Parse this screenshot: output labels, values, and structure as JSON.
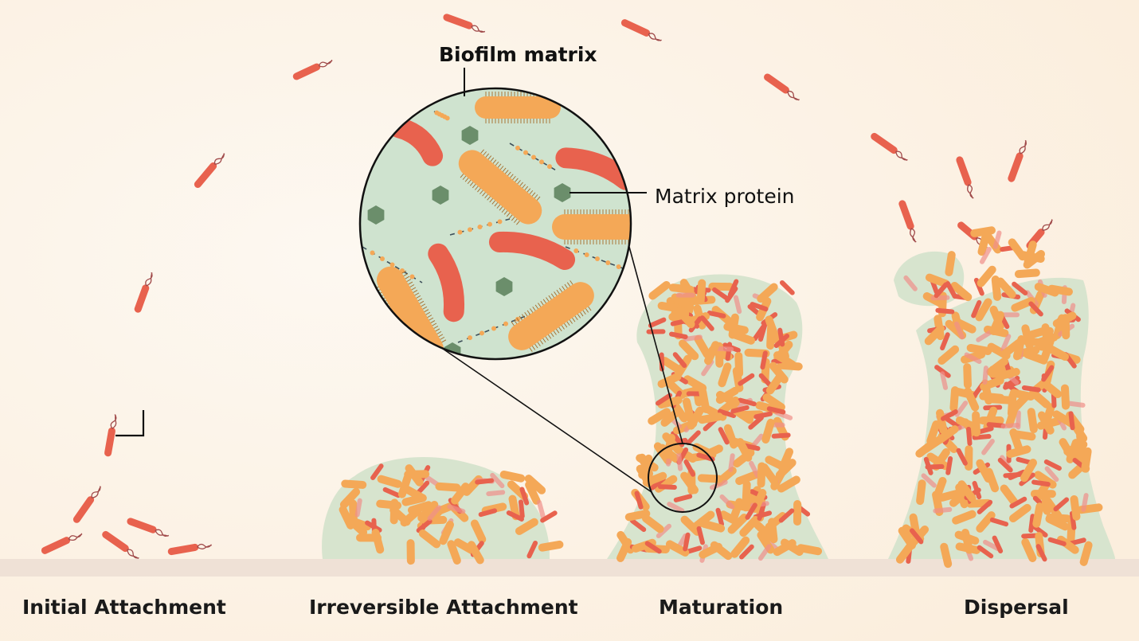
{
  "callouts": {
    "biofilm_matrix": "Biofilm matrix",
    "matrix_protein": "Matrix protein"
  },
  "stages": [
    {
      "id": "initial",
      "label": "Initial Attachment"
    },
    {
      "id": "irreversible",
      "label": "Irreversible Attachment"
    },
    {
      "id": "maturation",
      "label": "Maturation"
    },
    {
      "id": "dispersal",
      "label": "Dispersal"
    }
  ],
  "colors": {
    "background": "#fdf3e7",
    "surface": "#efe1d6",
    "biofilm": "#d5e3cc",
    "matrix_circle": "#cfe3cf",
    "bacterium_red": "#e8624e",
    "bacterium_orange": "#f4a857",
    "matrix_protein": "#6b8e6b"
  }
}
